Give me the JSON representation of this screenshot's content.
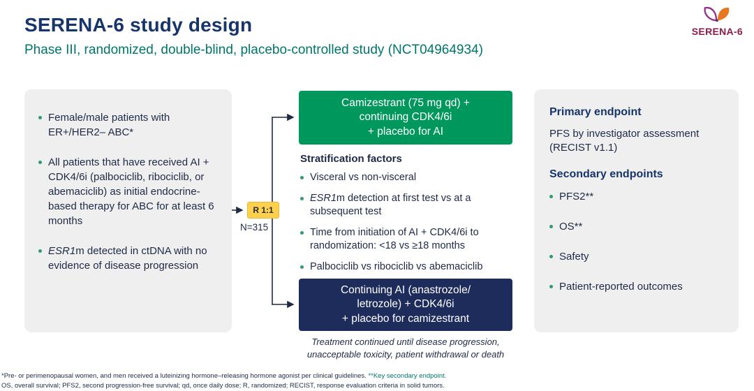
{
  "header": {
    "title": "SERENA-6 study design",
    "subtitle": "Phase III, randomized, double-blind, placebo-controlled study (NCT04964934)"
  },
  "logo": {
    "text": "SERENA-6"
  },
  "eligibility": {
    "bullets": [
      {
        "italic": "",
        "text": "Female/male patients with ER+/HER2– ABC*"
      },
      {
        "italic": "",
        "text": "All patients that have received AI + CDK4/6i (palbociclib, ribociclib, or abemaciclib) as initial endocrine-based therapy for ABC for at least 6 months"
      },
      {
        "italic": "ESR1",
        "text": "m detected in ctDNA with no evidence of disease progression"
      }
    ]
  },
  "randomization": {
    "label": "R 1:1",
    "n_label": "N=315"
  },
  "arms": {
    "camizestrant_lines": [
      "Camizestrant (75 mg qd) +",
      "continuing CDK4/6i",
      "+ placebo for AI"
    ],
    "control_lines": [
      "Continuing AI (anastrozole/",
      "letrozole) + CDK4/6i",
      "+ placebo for camizestrant"
    ],
    "note_lines": [
      "Treatment continued until disease progression,",
      "unacceptable toxicity, patient withdrawal or death"
    ]
  },
  "stratification": {
    "heading": "Stratification factors",
    "bullets": [
      {
        "italic": "",
        "text": "Visceral vs non-visceral"
      },
      {
        "italic": "ESR1",
        "text": "m detection at first test vs at a subsequent test"
      },
      {
        "italic": "",
        "text": "Time from initiation of AI + CDK4/6i to randomization: <18 vs ≥18 months"
      },
      {
        "italic": "",
        "text": "Palbociclib vs ribociclib vs abemaciclib"
      }
    ]
  },
  "endpoints": {
    "primary_heading": "Primary endpoint",
    "primary_text": "PFS by investigator assessment (RECIST v1.1)",
    "secondary_heading": "Secondary endpoints",
    "bullets": [
      {
        "text": "PFS2**"
      },
      {
        "text": "OS**"
      },
      {
        "text": "Safety"
      },
      {
        "text": "Patient-reported outcomes"
      }
    ]
  },
  "footnotes": {
    "line1_main": "*Pre- or perimenopausal women, and men received a luteinizing hormone–releasing hormone agonist per clinical guidelines. ",
    "line1_key": "**Key secondary endpoint.",
    "line2": "OS, overall survival; PFS2, second progression-free survival; qd, once daily dose; R, randomized; RECIST, response evaluation criteria in solid tumors."
  },
  "colors": {
    "title_navy": "#17356b",
    "body_navy": "#1e2a45",
    "teal": "#00766a",
    "arm_green": "#00975d",
    "arm_navy": "#1e2c5c",
    "randomization_yellow": "#ffd04c",
    "panel_gray": "#efefef",
    "bullet_green": "#2f9b6e",
    "logo_crimson": "#8e1b4a",
    "logo_purple": "#93328e",
    "logo_orange": "#e87722"
  }
}
